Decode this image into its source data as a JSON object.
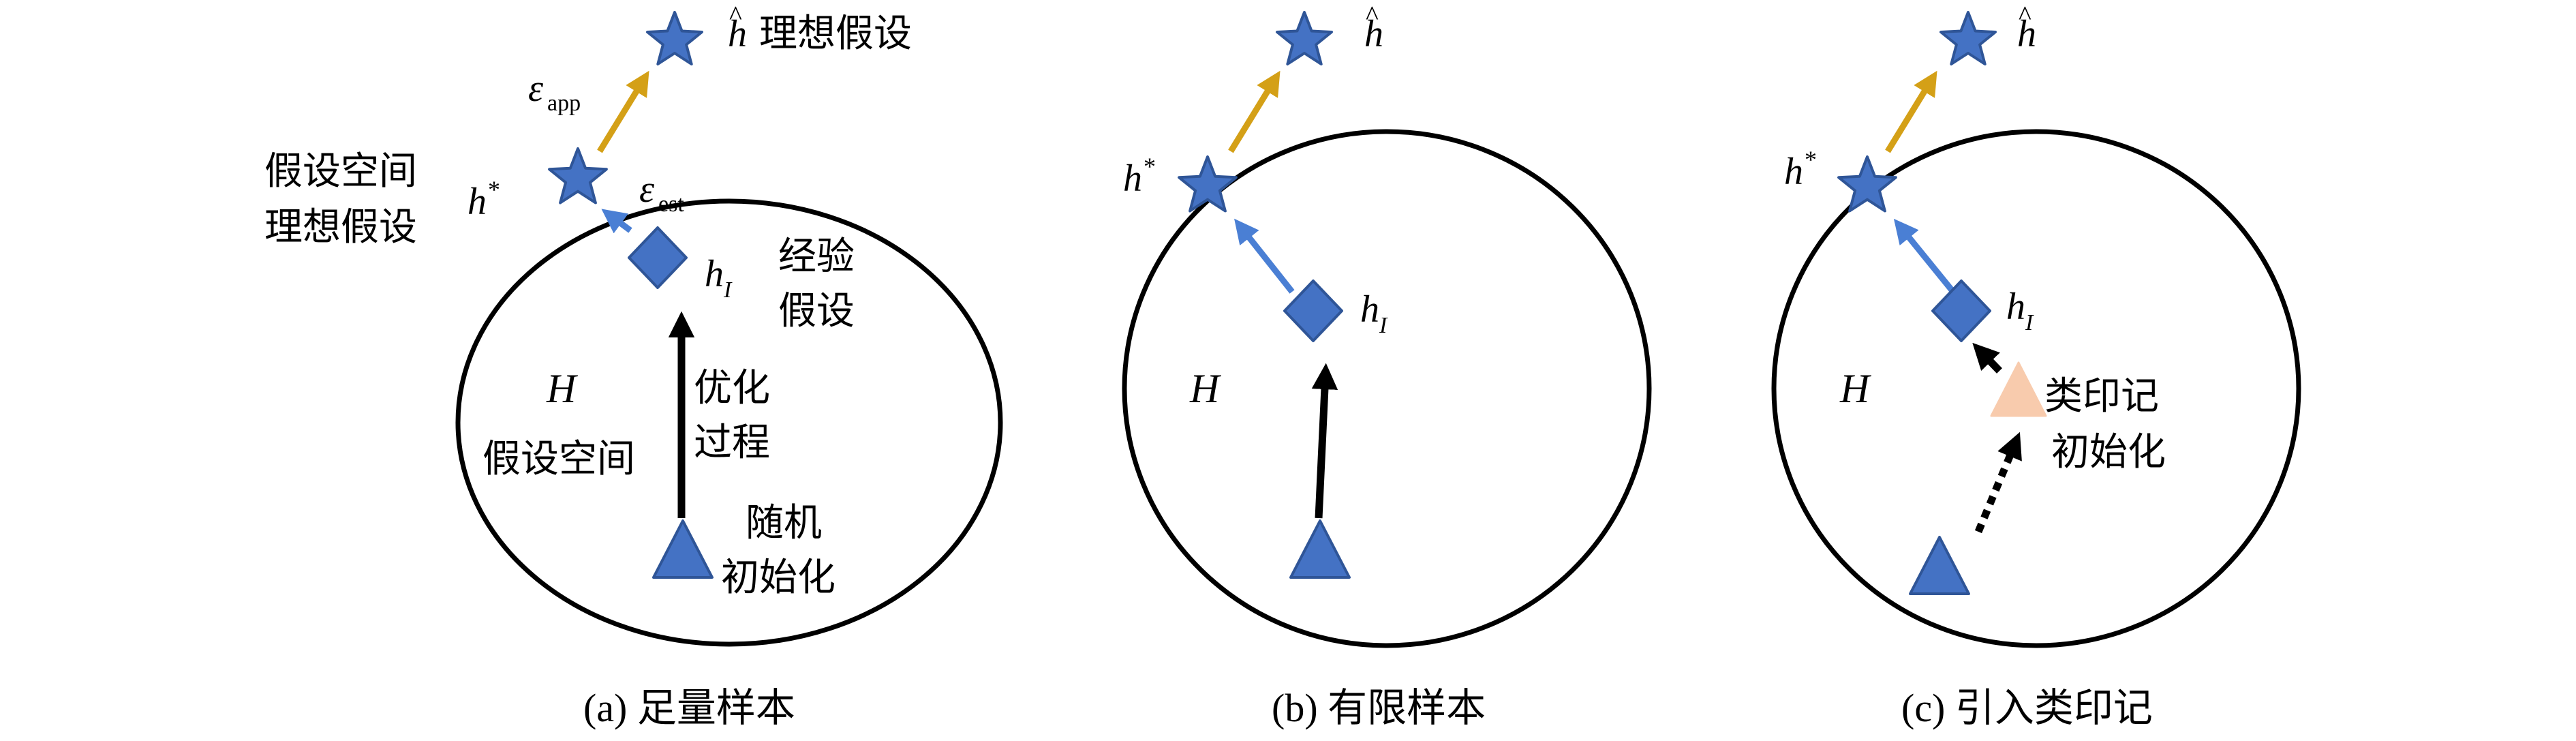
{
  "colors": {
    "star": "#4472C4",
    "star_stroke": "#2F5597",
    "diamond": "#4472C4",
    "triangle": "#4472C4",
    "peach_triangle": "#F8CBAD",
    "arrow_gold": "#D4A017",
    "arrow_blue": "#4A7FD4",
    "arrow_black": "#000000"
  },
  "math": {
    "h_hat": "h",
    "h_star": "h",
    "h_star_sup": "*",
    "h_I": "h",
    "h_I_sub": "I",
    "H": "H",
    "eps": "ε",
    "eps_app_sub": "app",
    "eps_est_sub": "est"
  },
  "panel_a": {
    "ideal_label": "理想假设",
    "space_ideal_line1": "假设空间",
    "space_ideal_line2": "理想假设",
    "empirical_line1": "经验",
    "empirical_line2": "假设",
    "optimization_line1": "优化",
    "optimization_line2": "过程",
    "space_label": "假设空间",
    "random_init_line1": "随机",
    "random_init_line2": "初始化",
    "caption": "(a) 足量样本"
  },
  "panel_b": {
    "caption": "(b) 有限样本"
  },
  "panel_c": {
    "imprint_line1": "类印记",
    "imprint_line2": "初始化",
    "caption": "(c) 引入类印记"
  }
}
